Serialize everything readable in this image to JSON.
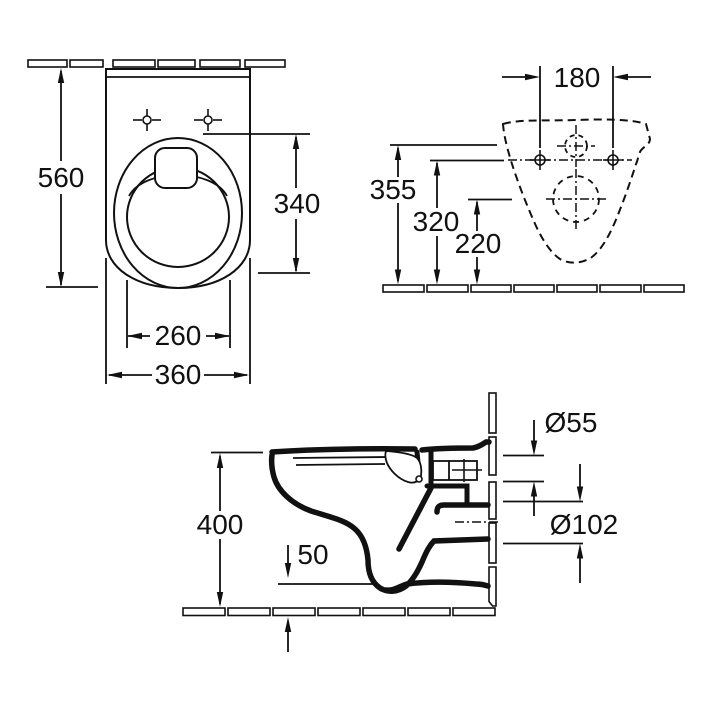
{
  "drawing": {
    "kind": "technical dimension drawing",
    "subject": "wall-hung toilet, three orthographic views",
    "line_color": "#111111",
    "background": "#ffffff"
  },
  "dims": {
    "plan_depth": "560",
    "plan_bowl_length": "340",
    "plan_seat_width": "260",
    "plan_width": "360",
    "front_hole_spacing": "180",
    "front_inlet_height": "355",
    "front_hole_height": "320",
    "front_outlet_height": "220",
    "side_height": "400",
    "side_gap": "50",
    "side_inlet_dia": "Ø55",
    "side_outlet_dia": "Ø102"
  }
}
